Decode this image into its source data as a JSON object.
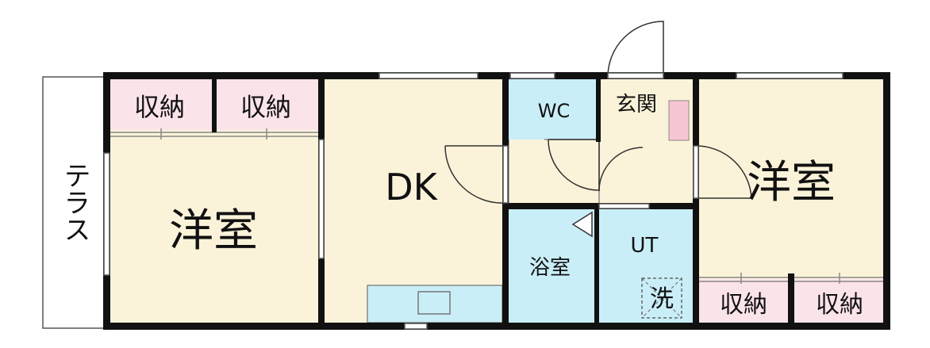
{
  "rooms": {
    "terrace": "テラス",
    "western_left": "洋室",
    "dk": "DK",
    "wc": "WC",
    "entrance": "玄関",
    "bath": "浴室",
    "utility": "UT",
    "washer": "洗",
    "western_right": "洋室"
  },
  "storage": {
    "left_1": "収納",
    "left_2": "収納",
    "right_1": "収納",
    "right_2": "収納"
  },
  "colors": {
    "floor": "#fbf3d9",
    "storage": "#fbe3ea",
    "wet_area": "#c9eef8",
    "entrance_box": "#f7c6d4",
    "wall": "#111111"
  }
}
